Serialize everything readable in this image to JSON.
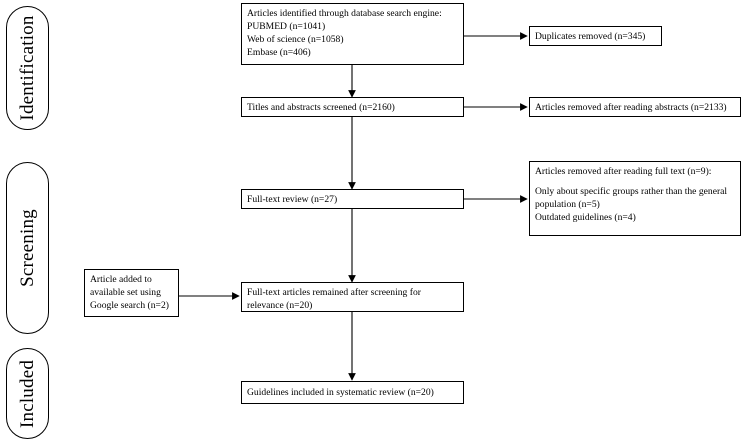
{
  "stages": {
    "identification": "Identification",
    "screening": "Screening",
    "included": "Included"
  },
  "boxes": {
    "identified": {
      "lines": [
        "Articles identified through database search engine:",
        "PUBMED (n=1041)",
        "Web of science (n=1058)",
        "Embase (n=406)"
      ]
    },
    "duplicates": {
      "lines": [
        "Duplicates removed (n=345)"
      ]
    },
    "screened": {
      "lines": [
        "Titles and abstracts screened (n=2160)"
      ]
    },
    "removed_abstracts": {
      "lines": [
        "Articles removed after reading abstracts (n=2133)"
      ]
    },
    "fulltext": {
      "lines": [
        "Full-text review (n=27)"
      ]
    },
    "removed_fulltext": {
      "heading": "Articles removed after reading full text (n=9):",
      "lines": [
        "Only about specific groups rather than the general",
        "population (n=5)",
        "Outdated guidelines (n=4)"
      ]
    },
    "added": {
      "lines": [
        "Article added to",
        "available set using",
        "Google search (n=2)"
      ]
    },
    "remained": {
      "lines": [
        "Full-text articles remained after screening for",
        "relevance (n=20)"
      ]
    },
    "included": {
      "lines": [
        "Guidelines included in systematic review (n=20)"
      ]
    }
  }
}
